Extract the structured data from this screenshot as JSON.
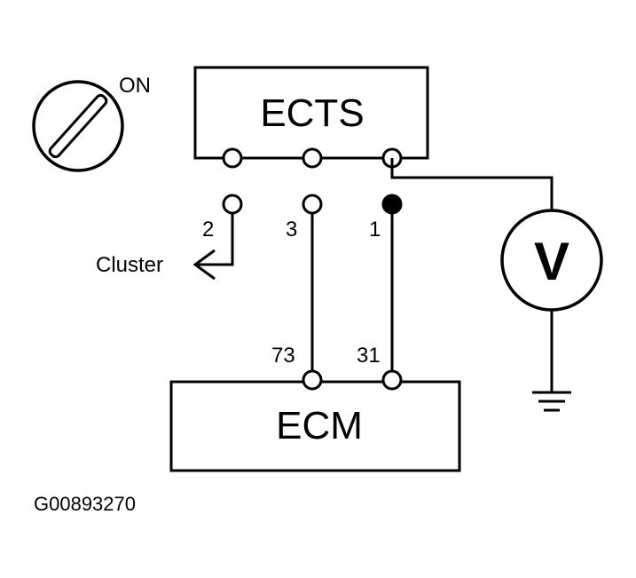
{
  "ignition": {
    "state_label": "ON"
  },
  "ects": {
    "label": "ECTS"
  },
  "ecm": {
    "label": "ECM"
  },
  "pins": {
    "ects_2": "2",
    "ects_3": "3",
    "ects_1": "1",
    "ecm_73": "73",
    "ecm_31": "31"
  },
  "cluster_label": "Cluster",
  "voltmeter": {
    "label": "V"
  },
  "figure_id": "G00893270",
  "colors": {
    "line": "#000000",
    "background": "#ffffff"
  }
}
